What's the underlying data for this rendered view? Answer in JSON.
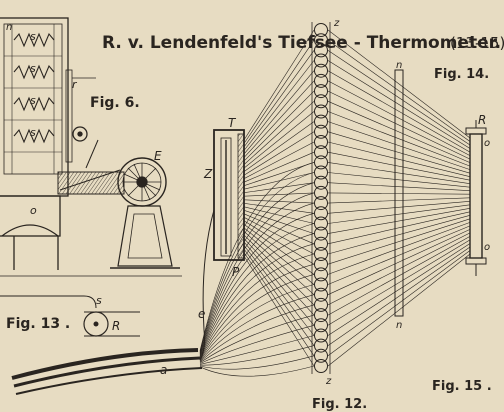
{
  "title": "R. v. Lendenfeld's Tiefsee - Thermometer.",
  "title_range": "(13-15)",
  "figures": {
    "fig6": "Fig. 6.",
    "fig12": "Fig. 12.",
    "fig13": "Fig. 13 .",
    "fig14": "Fig. 14.",
    "fig15": "Fig. 15 ."
  },
  "letters": {
    "n_top": "n",
    "s1": "s",
    "s2": "s",
    "s3": "s",
    "s4": "s",
    "r_small": "r",
    "o_small": "o",
    "E": "E",
    "T": "T",
    "Z": "Z",
    "P": "P",
    "e": "e",
    "a": "a",
    "z_top": "z",
    "z_bottom": "z",
    "n14_top": "n",
    "n14_bottom": "n",
    "R15": "R",
    "o15_top": "o",
    "o15_bottom": "o",
    "s13": "s",
    "R13": "R"
  },
  "colors": {
    "paper": "#e7dcc2",
    "ink": "#2a2520"
  }
}
